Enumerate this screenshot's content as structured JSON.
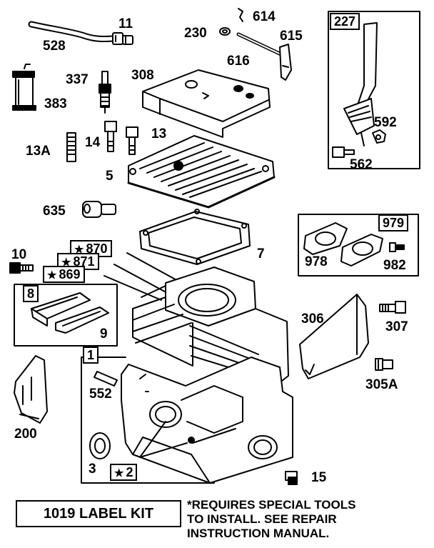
{
  "parts": {
    "p528": "528",
    "p11": "11",
    "p230": "230",
    "p614": "614",
    "p615": "615",
    "p616": "616",
    "p227": "227",
    "p337": "337",
    "p308": "308",
    "p383": "383",
    "p592": "592",
    "p13a": "13A",
    "p14": "14",
    "p13": "13",
    "p5": "5",
    "p562": "562",
    "p635": "635",
    "p979": "979",
    "p7": "7",
    "p870": "870",
    "p871": "871",
    "p869": "869",
    "p10": "10",
    "p978": "978",
    "p982": "982",
    "p8": "8",
    "p9": "9",
    "p306": "306",
    "p307": "307",
    "p1": "1",
    "p552": "552",
    "p305a": "305A",
    "p200": "200",
    "p3": "3",
    "p2": "2",
    "p15": "15"
  },
  "star_symbol": "★",
  "label_kit": "1019 LABEL KIT",
  "note_lines": [
    "*REQUIRES SPECIAL TOOLS",
    " TO INSTALL. SEE REPAIR",
    " INSTRUCTION MANUAL."
  ]
}
